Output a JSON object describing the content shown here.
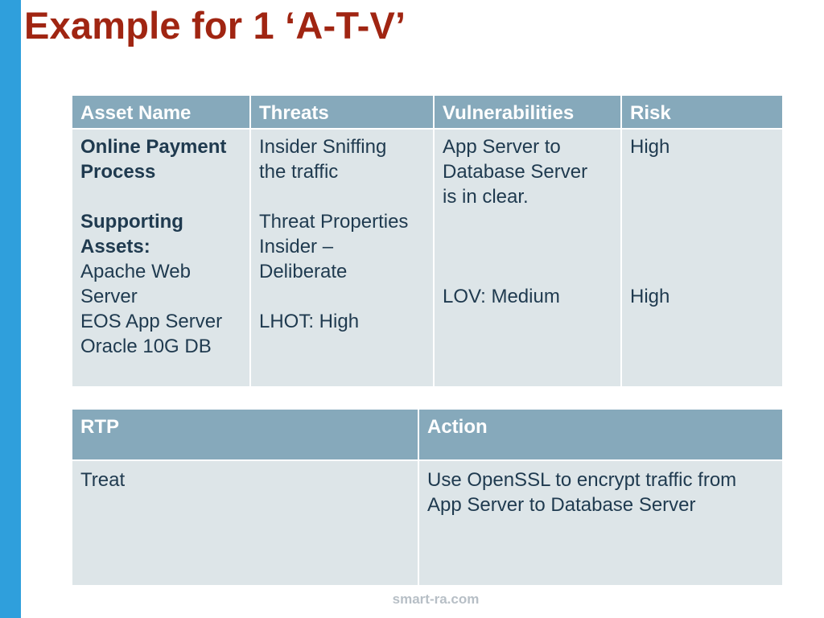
{
  "slide": {
    "title": "Example for 1 ‘A-T-V’",
    "footer": "smart-ra.com"
  },
  "atv_table": {
    "headers": [
      "Asset Name",
      "Threats",
      "Vulnerabilities",
      "Risk"
    ],
    "asset": {
      "name_line1": "Online Payment",
      "name_line2": "Process",
      "supporting_line1": "Supporting",
      "supporting_line2": "Assets:",
      "items": [
        "Apache Web",
        "Server",
        "EOS App Server",
        "Oracle 10G DB"
      ]
    },
    "threats": {
      "line1": "Insider Sniffing",
      "line2": "the traffic",
      "prop_line1": "Threat Properties",
      "prop_line2": "Insider –",
      "prop_line3": "Deliberate",
      "lhot": "LHOT: High"
    },
    "vulnerabilities": {
      "line1": "App Server to",
      "line2": "Database Server",
      "line3": "is in clear.",
      "lov": "LOV: Medium"
    },
    "risk": {
      "first": "High",
      "second": "High"
    }
  },
  "rtp_table": {
    "headers": [
      "RTP",
      "Action"
    ],
    "rtp": "Treat",
    "action_line1": "Use OpenSSL to encrypt traffic from",
    "action_line2": "App Server to Database Server"
  }
}
